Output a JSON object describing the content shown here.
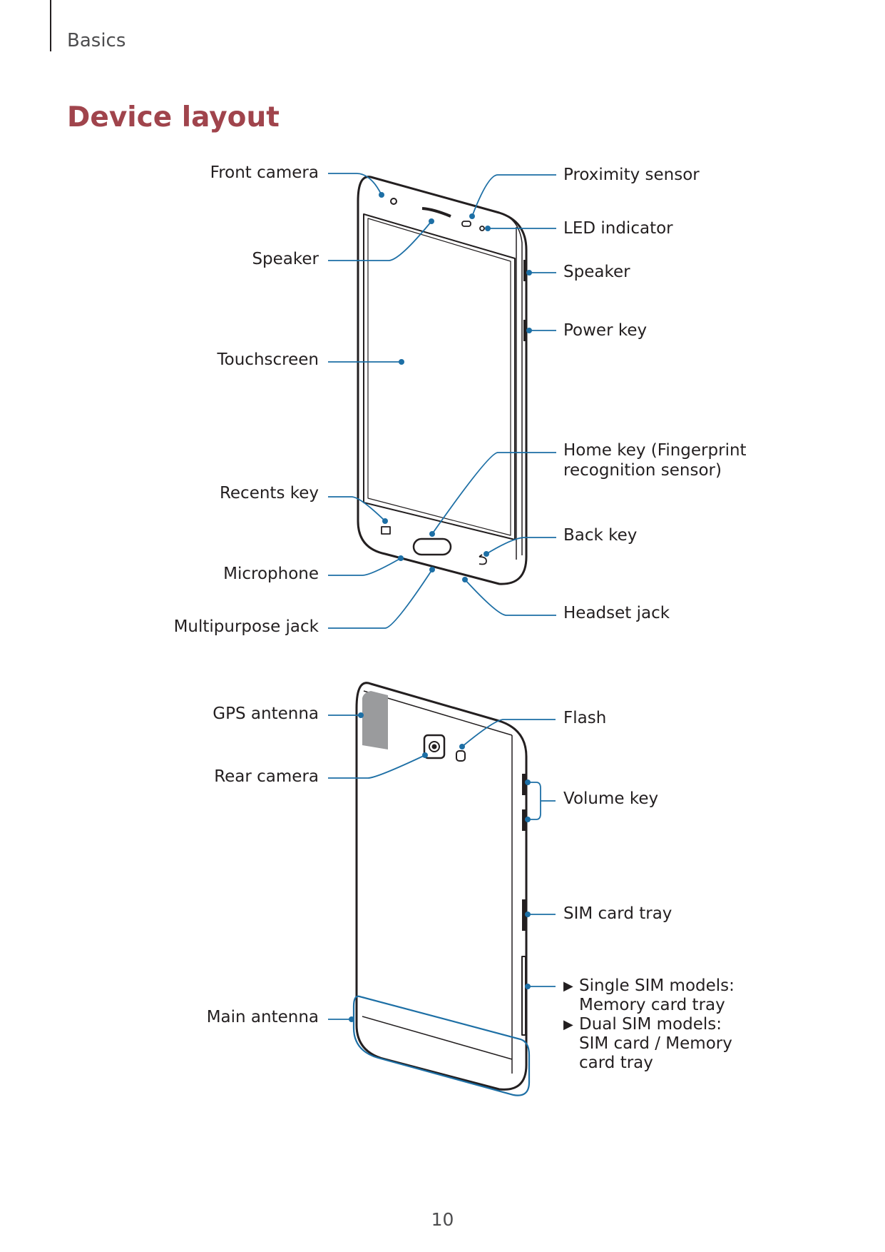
{
  "header": {
    "section": "Basics"
  },
  "title": "Device layout",
  "front_view": {
    "left_callouts": [
      {
        "id": "front-camera",
        "label": "Front camera"
      },
      {
        "id": "speaker-front",
        "label": "Speaker"
      },
      {
        "id": "touchscreen",
        "label": "Touchscreen"
      },
      {
        "id": "recents-key",
        "label": "Recents key"
      },
      {
        "id": "microphone",
        "label": "Microphone"
      },
      {
        "id": "multipurpose-jack",
        "label": "Multipurpose jack"
      }
    ],
    "right_callouts": [
      {
        "id": "proximity-sensor",
        "label": "Proximity sensor"
      },
      {
        "id": "led-indicator",
        "label": "LED indicator"
      },
      {
        "id": "speaker-side",
        "label": "Speaker"
      },
      {
        "id": "power-key",
        "label": "Power key"
      },
      {
        "id": "home-key",
        "label": "Home key (Fingerprint\nrecognition sensor)"
      },
      {
        "id": "back-key",
        "label": "Back key"
      },
      {
        "id": "headset-jack",
        "label": "Headset jack"
      }
    ]
  },
  "back_view": {
    "left_callouts": [
      {
        "id": "gps-antenna",
        "label": "GPS antenna"
      },
      {
        "id": "rear-camera",
        "label": "Rear camera"
      },
      {
        "id": "main-antenna",
        "label": "Main antenna"
      }
    ],
    "right_callouts": [
      {
        "id": "flash",
        "label": "Flash"
      },
      {
        "id": "volume-key",
        "label": "Volume key"
      },
      {
        "id": "sim-card-tray",
        "label": "SIM card tray"
      }
    ],
    "tray_notes": [
      {
        "line1": "Single SIM models:",
        "line2": "Memory card tray"
      },
      {
        "line1": "Dual SIM models:",
        "line2": "SIM card / Memory",
        "line3": "card tray"
      }
    ]
  },
  "page_number": "10",
  "colors": {
    "title": "#a0444c",
    "leader_line": "#1d6fa5",
    "outline": "#231f20"
  }
}
